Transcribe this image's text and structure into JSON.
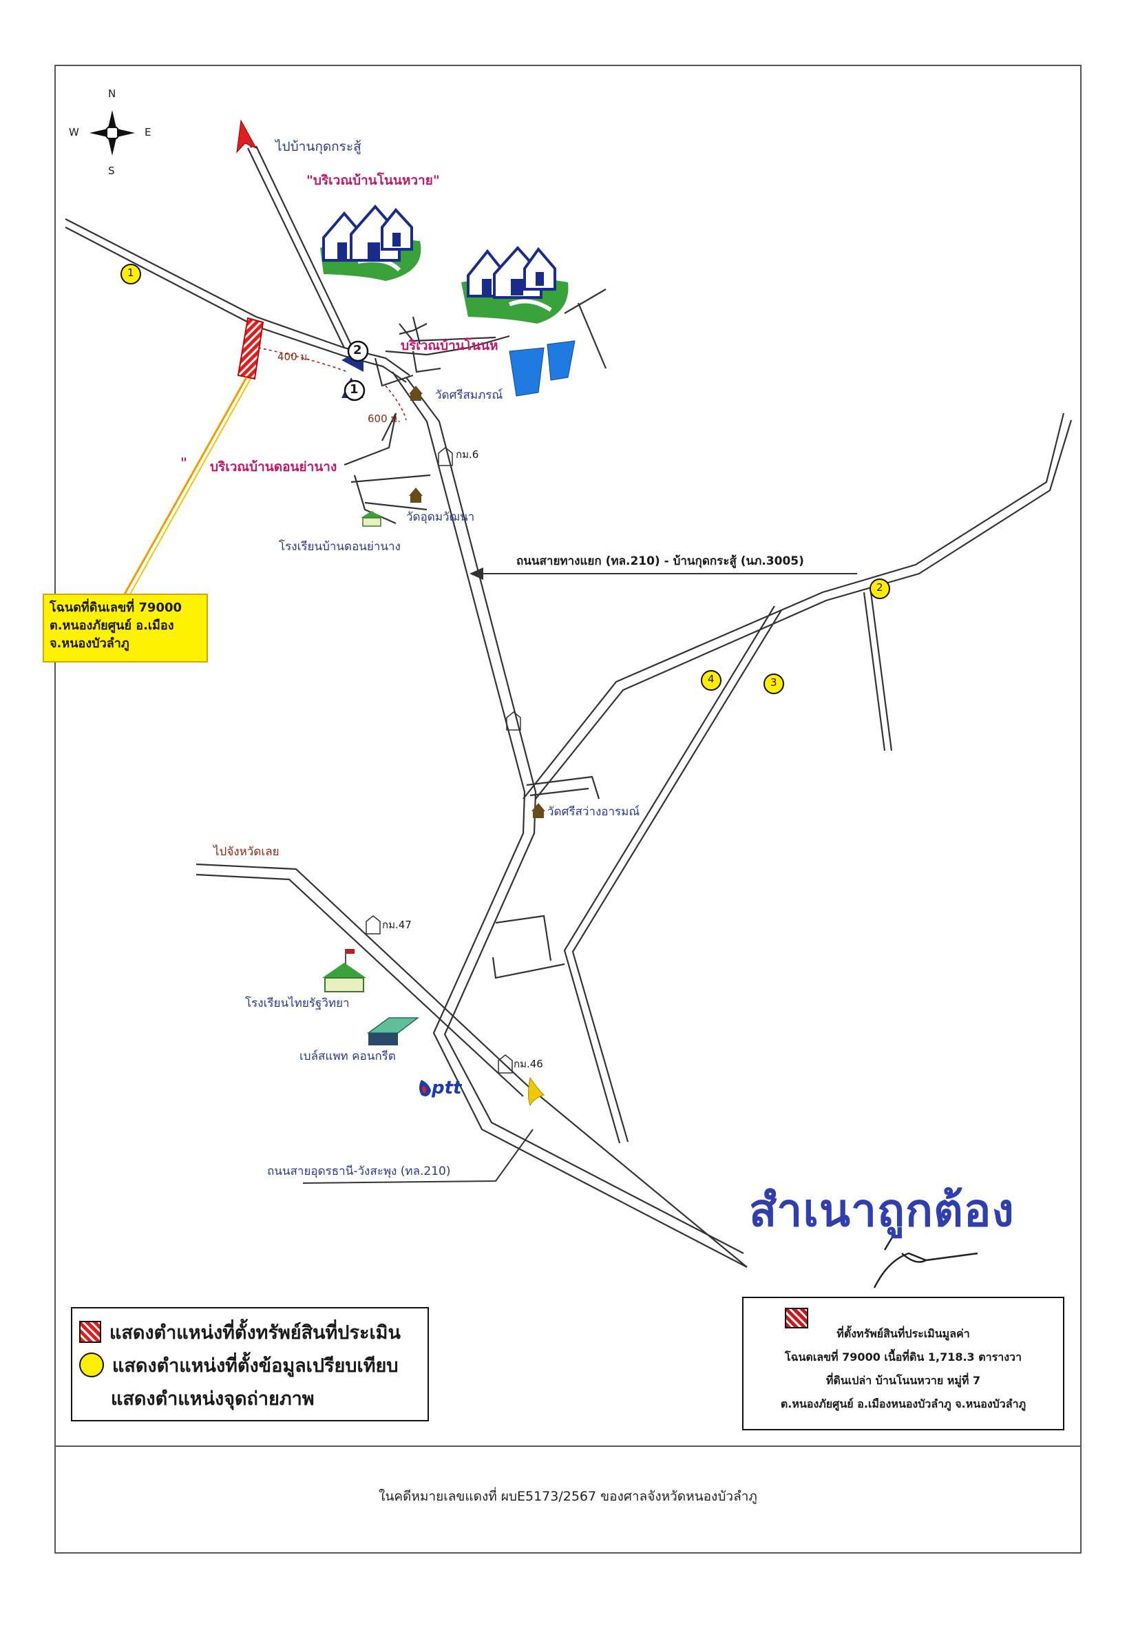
{
  "compass": {
    "n": "N",
    "s": "S",
    "e": "E",
    "w": "W"
  },
  "labels": {
    "to_ban_kut_kra_su": "ไปบ้านกุดกระสู้",
    "area_non_wai": "\"บริเวณบ้านโนนหวาย\"",
    "area_non_wai_2": "บริเวณบ้านโนนห",
    "area_don_ya_nang": "บริเวณบ้านดอนย่านาง",
    "quote_mark": "\"",
    "dist_400": "400 ม.",
    "dist_600": "600 ม.",
    "wat_si_samphon": "วัดศรีสมภรณ์",
    "km6": "กม.6",
    "wat_udom": "วัดอุดมวัฒนา",
    "school_don_ya_nang": "โรงเรียนบ้านดอนย่านาง",
    "road_junction": "ถนนสายทางแยก (ทล.210) - บ้านกุดกระสู้ (นภ.3005)",
    "wat_si_sawang": "วัดศรีสว่างอารมณ์",
    "to_loei": "ไปจังหวัดเลย",
    "km47": "กม.47",
    "school_thai_rat": "โรงเรียนไทยรัฐวิทยา",
    "concrete_plant": "เบล์สแพท คอนกรีต",
    "ptt": "ptt",
    "km46": "กม.46",
    "road_udon": "ถนนสายอุดรธานี-วังสะพุง (ทล.210)"
  },
  "markers": {
    "yellow_1": "1",
    "yellow_2": "2",
    "yellow_3": "3",
    "yellow_4": "4",
    "photo_1": "1",
    "photo_2": "2"
  },
  "deed_box": {
    "line1": "โฉนดที่ดินเลขที่  79000",
    "line2": "ต.หนองภัยศูนย์ อ.เมือง",
    "line3": "จ.หนองบัวลำภู"
  },
  "legend": {
    "asset": "แสดงตำแหน่งที่ตั้งทรัพย์สินที่ประเมิน",
    "comparable": "แสดงตำแหน่งที่ตั้งข้อมูลเปรียบเทียบ",
    "photo": "แสดงตำแหน่งจุดถ่ายภาพ"
  },
  "info_box": {
    "line1": "ที่ตั้งทรัพย์สินที่ประเมินมูลค่า",
    "line2": "โฉนดเลขที่  79000 เนื้อที่ดิน 1,718.3 ตารางวา",
    "line3": "ที่ดินเปล่า บ้านโนนหวาย หมู่ที่ 7",
    "line4": "ต.หนองภัยศูนย์ อ.เมืองหนองบัวลำภู จ.หนองบัวลำภู"
  },
  "stamp": "สำเนาถูกต้อง",
  "footer": "ในคดีหมายเลขแดงที่   ผบE5173/2567 ของศาลจังหวัดหนองบัวลำภู",
  "colors": {
    "road": "#333333",
    "subject": "#e01e1e",
    "comparable": "#ffee00",
    "photo": "#1e2f8a",
    "stamp": "#2f3fb0",
    "pond": "#1f7be0",
    "grass": "#3aa23a"
  }
}
